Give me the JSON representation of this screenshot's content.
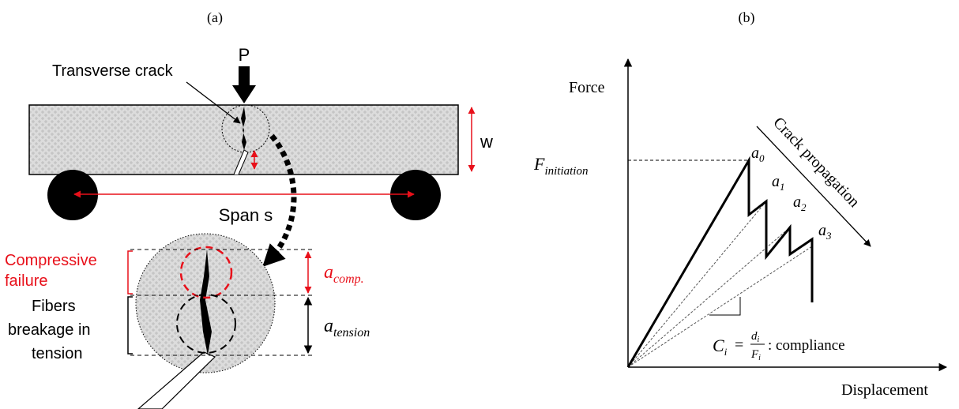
{
  "panel_a": {
    "label": "(a)",
    "load_label": "P",
    "crack_label": "Transverse crack",
    "width_label": "w",
    "span_label": "Span s",
    "compressive_label_1": "Compressive",
    "compressive_label_2": "failure",
    "fibers_label_1": "Fibers",
    "fibers_label_2": "breakage in",
    "fibers_label_3": "tension",
    "a_comp_base": "a",
    "a_comp_sub": "comp.",
    "a_tension_base": "a",
    "a_tension_sub": "tension"
  },
  "panel_b": {
    "label": "(b)",
    "y_axis_label": "Force",
    "x_axis_label": "Displacement",
    "f_init_base": "F",
    "f_init_sub": "initiation",
    "crack_prop_label": "Crack propagation",
    "crack_points": [
      {
        "base": "a",
        "sub": "0"
      },
      {
        "base": "a",
        "sub": "1"
      },
      {
        "base": "a",
        "sub": "2"
      },
      {
        "base": "a",
        "sub": "3"
      }
    ],
    "compliance_C": "C",
    "compliance_C_sub": "i",
    "compliance_eq": "=",
    "compliance_num": "d",
    "compliance_num_sub": "i",
    "compliance_den": "F",
    "compliance_den_sub": "i",
    "compliance_text": ": compliance"
  },
  "colors": {
    "accent_red": "#e8101a",
    "beam_fill": "#d9d9d9",
    "ink": "#000000"
  }
}
